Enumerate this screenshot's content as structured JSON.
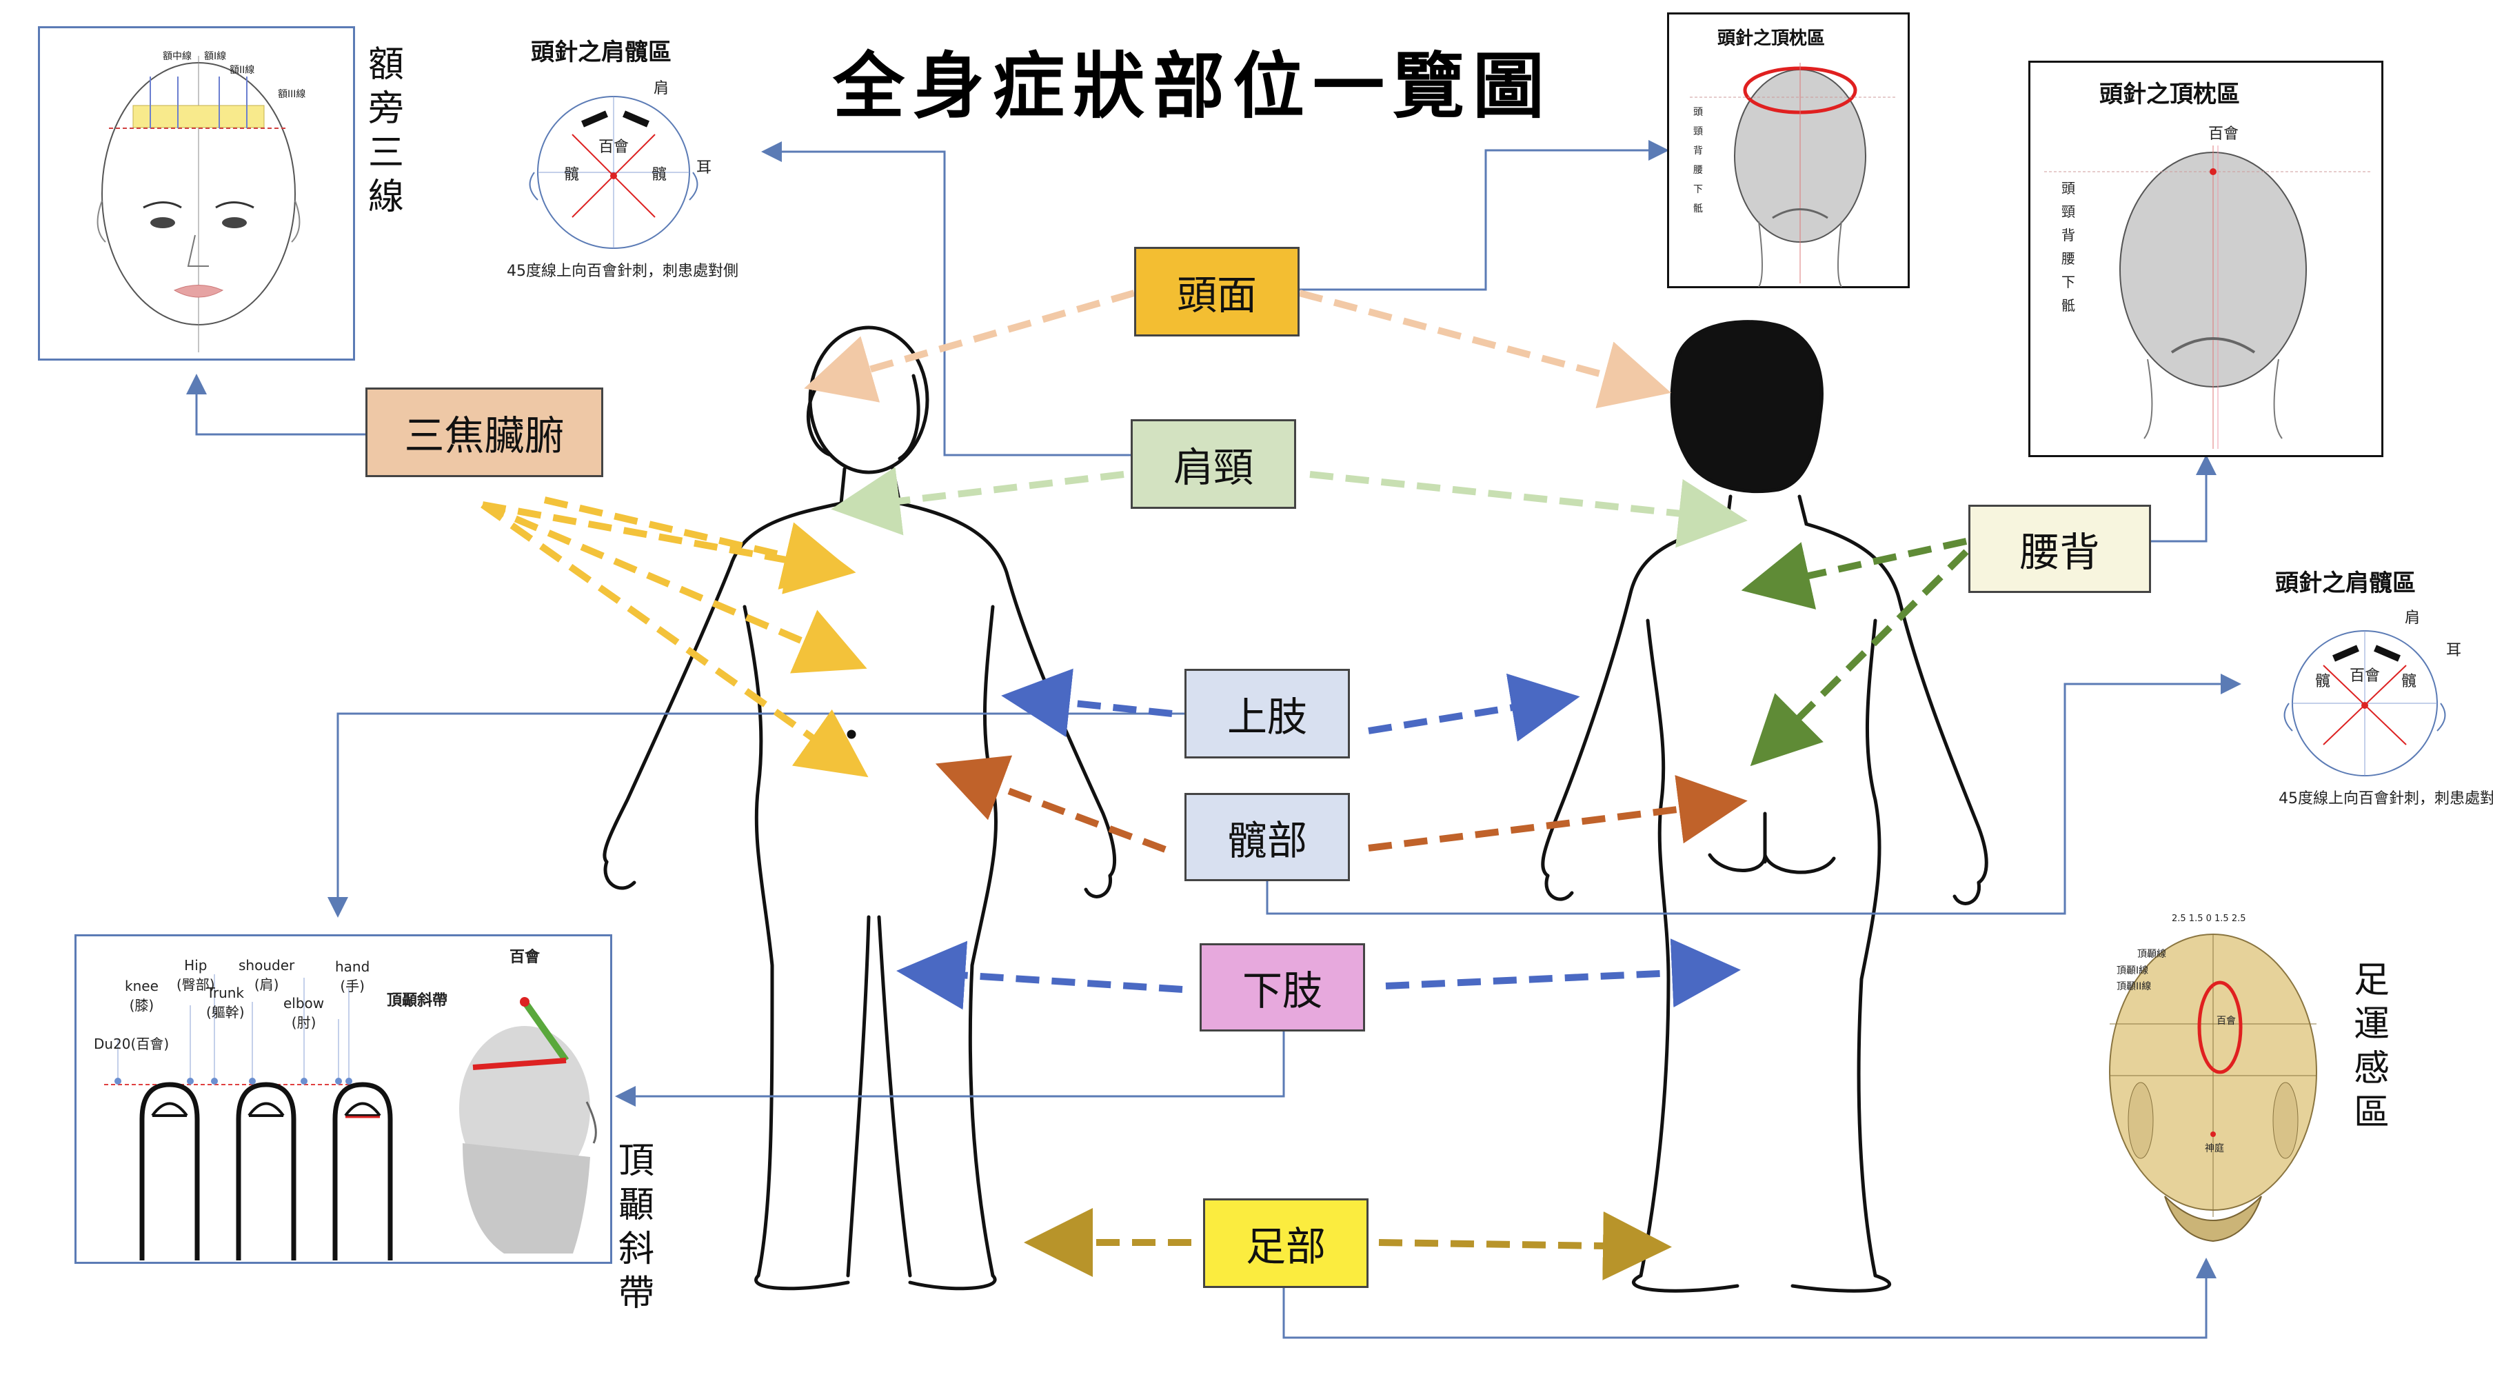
{
  "title": "全身症狀部位一覽圖",
  "labels": {
    "head_face": "頭面",
    "shoulder_neck": "肩頸",
    "sanjiao": "三焦臟腑",
    "lower_back": "腰背",
    "upper_limb": "上肢",
    "hip": "髖部",
    "lower_limb": "下肢",
    "foot": "足部"
  },
  "side_labels": {
    "forehead": "額旁三線",
    "parietal_temporal": "頂顳斜帶",
    "foot_motor": "足運感區"
  },
  "panels": {
    "shoulder_hip_title": "頭針之肩髖區",
    "parietal_occipital_title": "頭針之頂枕區",
    "baihui": "百會",
    "shoulder_short": "肩",
    "ear": "耳",
    "hip_short": "髖",
    "note": "45度線上向百會針刺，刺患處對側",
    "occipital_labels": [
      "頭",
      "頸",
      "背",
      "腰",
      "下",
      "骶"
    ],
    "finger_labels": [
      {
        "en": "knee",
        "zh": "(膝)"
      },
      {
        "en": "Hip",
        "zh": "(臀部)"
      },
      {
        "en": "Trunk",
        "zh": "(軀幹)"
      },
      {
        "en": "shouder",
        "zh": "(肩)"
      },
      {
        "en": "elbow",
        "zh": "(肘)"
      },
      {
        "en": "hand",
        "zh": "(手)"
      }
    ],
    "du20": "Du20(百會)",
    "band_label": "頂顳斜帶",
    "forehead_lines": [
      "額中線",
      "額I線",
      "額II線",
      "額III線"
    ],
    "skull_labels": [
      "頂顳I線",
      "頂顳II線",
      "頂顳線"
    ],
    "skull_scale": "2.5 1.5  0  1.5 2.5",
    "skull_bottom": "神庭"
  },
  "colors": {
    "head_face": "#f3be32",
    "shoulder_neck": "#d3e2c1",
    "sanjiao": "#eec8a6",
    "lower_back": "#f7f5de",
    "upper_limb": "#d8e0f0",
    "hip": "#d8e0f0",
    "lower_limb": "#e7a9dd",
    "foot": "#fbec3f",
    "arrow_peach": "#f2c9a6",
    "arrow_green_light": "#c8dfb2",
    "arrow_yellow": "#f3c23a",
    "arrow_green_dark": "#5f8b36",
    "arrow_blue": "#4a69c3",
    "arrow_brown": "#c0622a",
    "arrow_gold": "#b8942a",
    "connector": "#5b7bb5"
  }
}
